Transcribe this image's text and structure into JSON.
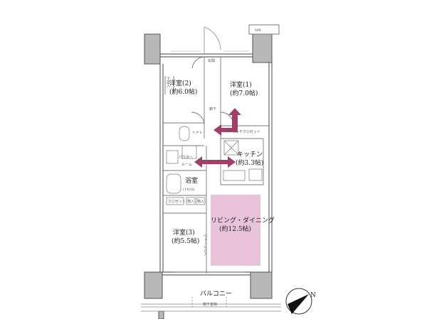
{
  "labels": {
    "mb": "MB",
    "entrance": "玄関",
    "shoe_storage": "下足入",
    "room2_name": "洋室(2)",
    "room2_size": "(約6.0帖)",
    "room1_name": "洋室(1)",
    "room1_size": "(約7.0帖)",
    "hallway": "廊下",
    "toilet": "トイレ",
    "multi_closet": "マルチクロゼット",
    "powder_room_1": "パウダー",
    "powder_room_2": "ルーム",
    "kitchen_name": "キッチン",
    "kitchen_size": "(約3.3帖)",
    "bath_name": "浴室",
    "bath_size": "(1418)",
    "closet": "クロゼット",
    "storage_1": "物入",
    "storage_2": "物入",
    "living_name": "リビング・ダイニング",
    "living_size": "(約12.5帖)",
    "room3_name": "洋室(3)",
    "room3_size": "(約5.5帖)",
    "wall_door": "ウォールドア",
    "balcony": "バルコニー",
    "drying_hardware": "物干金物",
    "north": "N"
  },
  "colors": {
    "arrow": "#a0406a",
    "living_highlight": "#e8c3da",
    "column": "#b8b8b8",
    "wall": "#555555"
  }
}
